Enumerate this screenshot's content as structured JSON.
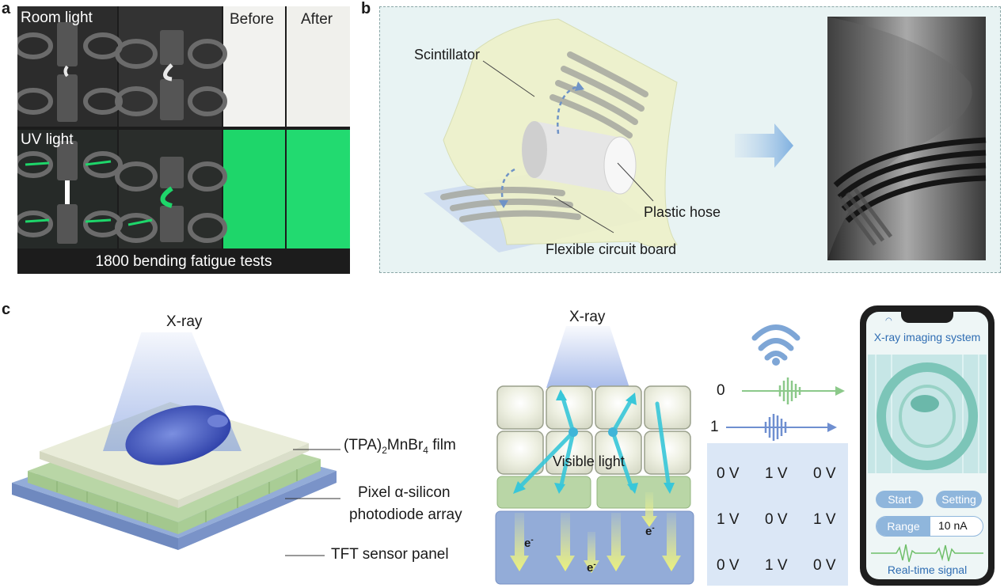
{
  "panels": {
    "a": {
      "label": "a",
      "room_light": "Room light",
      "uv_light": "UV light",
      "before": "Before",
      "after": "After",
      "caption": "1800 bending fatigue tests"
    },
    "b": {
      "label": "b",
      "scintillator": "Scintillator",
      "plastic_hose": "Plastic hose",
      "flexible_circuit_board": "Flexible circuit board"
    },
    "c": {
      "label": "c",
      "xray_left": "X-ray",
      "xray_mid": "X-ray",
      "film_label_prefix": "(TPA)",
      "film_sub2": "2",
      "film_mid": "MnBr",
      "film_sub4": "4",
      "film_suffix": " film",
      "pixel_line1": "Pixel α-silicon",
      "pixel_line2": "photodiode array",
      "tft": "TFT sensor panel",
      "visible_light": "Visible light",
      "electron": "e",
      "electron_sup": "-",
      "signal_0": "0",
      "signal_1": "1",
      "voltage_grid": [
        [
          "0 V",
          "1 V",
          "0 V"
        ],
        [
          "1 V",
          "0 V",
          "1 V"
        ],
        [
          "0 V",
          "1 V",
          "0 V"
        ]
      ],
      "phone": {
        "title": "X-ray imaging system",
        "start": "Start",
        "setting": "Setting",
        "range_label": "Range",
        "range_value": "10 nA",
        "realtime": "Real-time signal"
      }
    }
  },
  "colors": {
    "panel_bg": "#e8f3f3",
    "uv_green": "#1ed66a",
    "film_cream": "#e9ecd9",
    "pixel_green": "#b9d6a6",
    "tft_blue": "#93acd8",
    "accent_blue": "#2f6db3",
    "signal_green": "#8cc98a",
    "signal_blue": "#6f8fd0"
  }
}
